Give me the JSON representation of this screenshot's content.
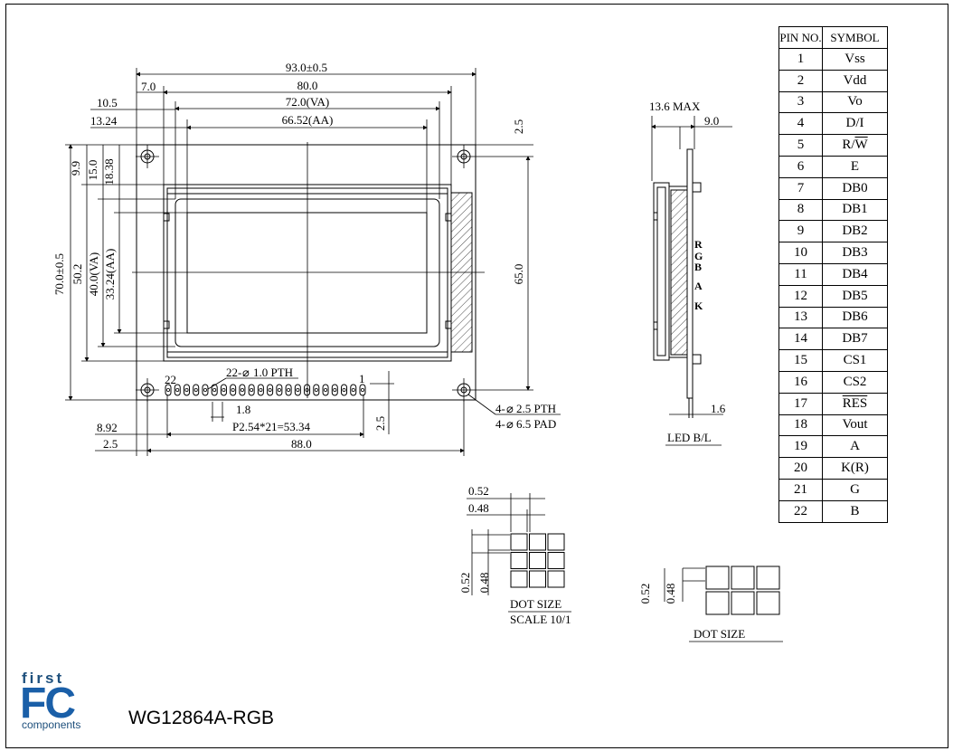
{
  "dims": {
    "total_width": "93.0±0.5",
    "width_80": "80.0",
    "va_width": "72.0(VA)",
    "aa_width": "66.52(AA)",
    "d_10_5": "10.5",
    "d_7_0": "7.0",
    "d_13_24": "13.24",
    "d_2_5_top": "2.5",
    "d_9_9": "9.9",
    "d_15_0": "15.0",
    "d_18_38": "18.38",
    "total_height": "70.0±0.5",
    "h_50_2": "50.2",
    "va_height": "40.0(VA)",
    "aa_height": "33.24(AA)",
    "h_65_0": "65.0",
    "pin_first": "22",
    "pin_pth": "22-",
    "pin_pth_val": "1.0 PTH",
    "pin_last": "1",
    "pitch_1_8": "1.8",
    "pitch_total": "P2.54*21=53.34",
    "d_2_5_bot": "2.5",
    "d_8_92": "8.92",
    "d_2_5_left": "2.5",
    "w_88_0": "88.0",
    "hole_pth_prefix": "4-",
    "hole_pth": "2.5 PTH",
    "hole_pad_prefix": "4-",
    "hole_pad": "6.5 PAD"
  },
  "side": {
    "max_depth": "13.6 MAX",
    "d_9_0": "9.0",
    "d_1_6": "1.6",
    "label": "LED B/L",
    "led_r": "R",
    "led_g": "G",
    "led_b": "B",
    "led_a": "A",
    "led_k": "K"
  },
  "dot_small": {
    "w_052": "0.52",
    "w_048": "0.48",
    "h_052": "0.52",
    "h_048": "0.48",
    "title": "DOT SIZE",
    "scale": "SCALE 10/1"
  },
  "dot_large": {
    "h_052": "0.52",
    "h_048": "0.48",
    "title": "DOT SIZE"
  },
  "pin_table": {
    "header_no": "PIN NO.",
    "header_symbol": "SYMBOL",
    "rows": [
      {
        "no": "1",
        "sym": "Vss"
      },
      {
        "no": "2",
        "sym": "Vdd"
      },
      {
        "no": "3",
        "sym": "Vo"
      },
      {
        "no": "4",
        "sym": "D/I"
      },
      {
        "no": "5",
        "sym": "R/W"
      },
      {
        "no": "6",
        "sym": "E"
      },
      {
        "no": "7",
        "sym": "DB0"
      },
      {
        "no": "8",
        "sym": "DB1"
      },
      {
        "no": "9",
        "sym": "DB2"
      },
      {
        "no": "10",
        "sym": "DB3"
      },
      {
        "no": "11",
        "sym": "DB4"
      },
      {
        "no": "12",
        "sym": "DB5"
      },
      {
        "no": "13",
        "sym": "DB6"
      },
      {
        "no": "14",
        "sym": "DB7"
      },
      {
        "no": "15",
        "sym": "CS1"
      },
      {
        "no": "16",
        "sym": "CS2"
      },
      {
        "no": "17",
        "sym": "RES"
      },
      {
        "no": "18",
        "sym": "Vout"
      },
      {
        "no": "19",
        "sym": "A"
      },
      {
        "no": "20",
        "sym": "K(R)"
      },
      {
        "no": "21",
        "sym": "G"
      },
      {
        "no": "22",
        "sym": "B"
      }
    ]
  },
  "logo": {
    "first": "first",
    "fc": "FC",
    "components": "components"
  },
  "model": "WG12864A-RGB",
  "colors": {
    "logo_blue": "#1a5fa8",
    "logo_dark": "#1d4f7c"
  }
}
